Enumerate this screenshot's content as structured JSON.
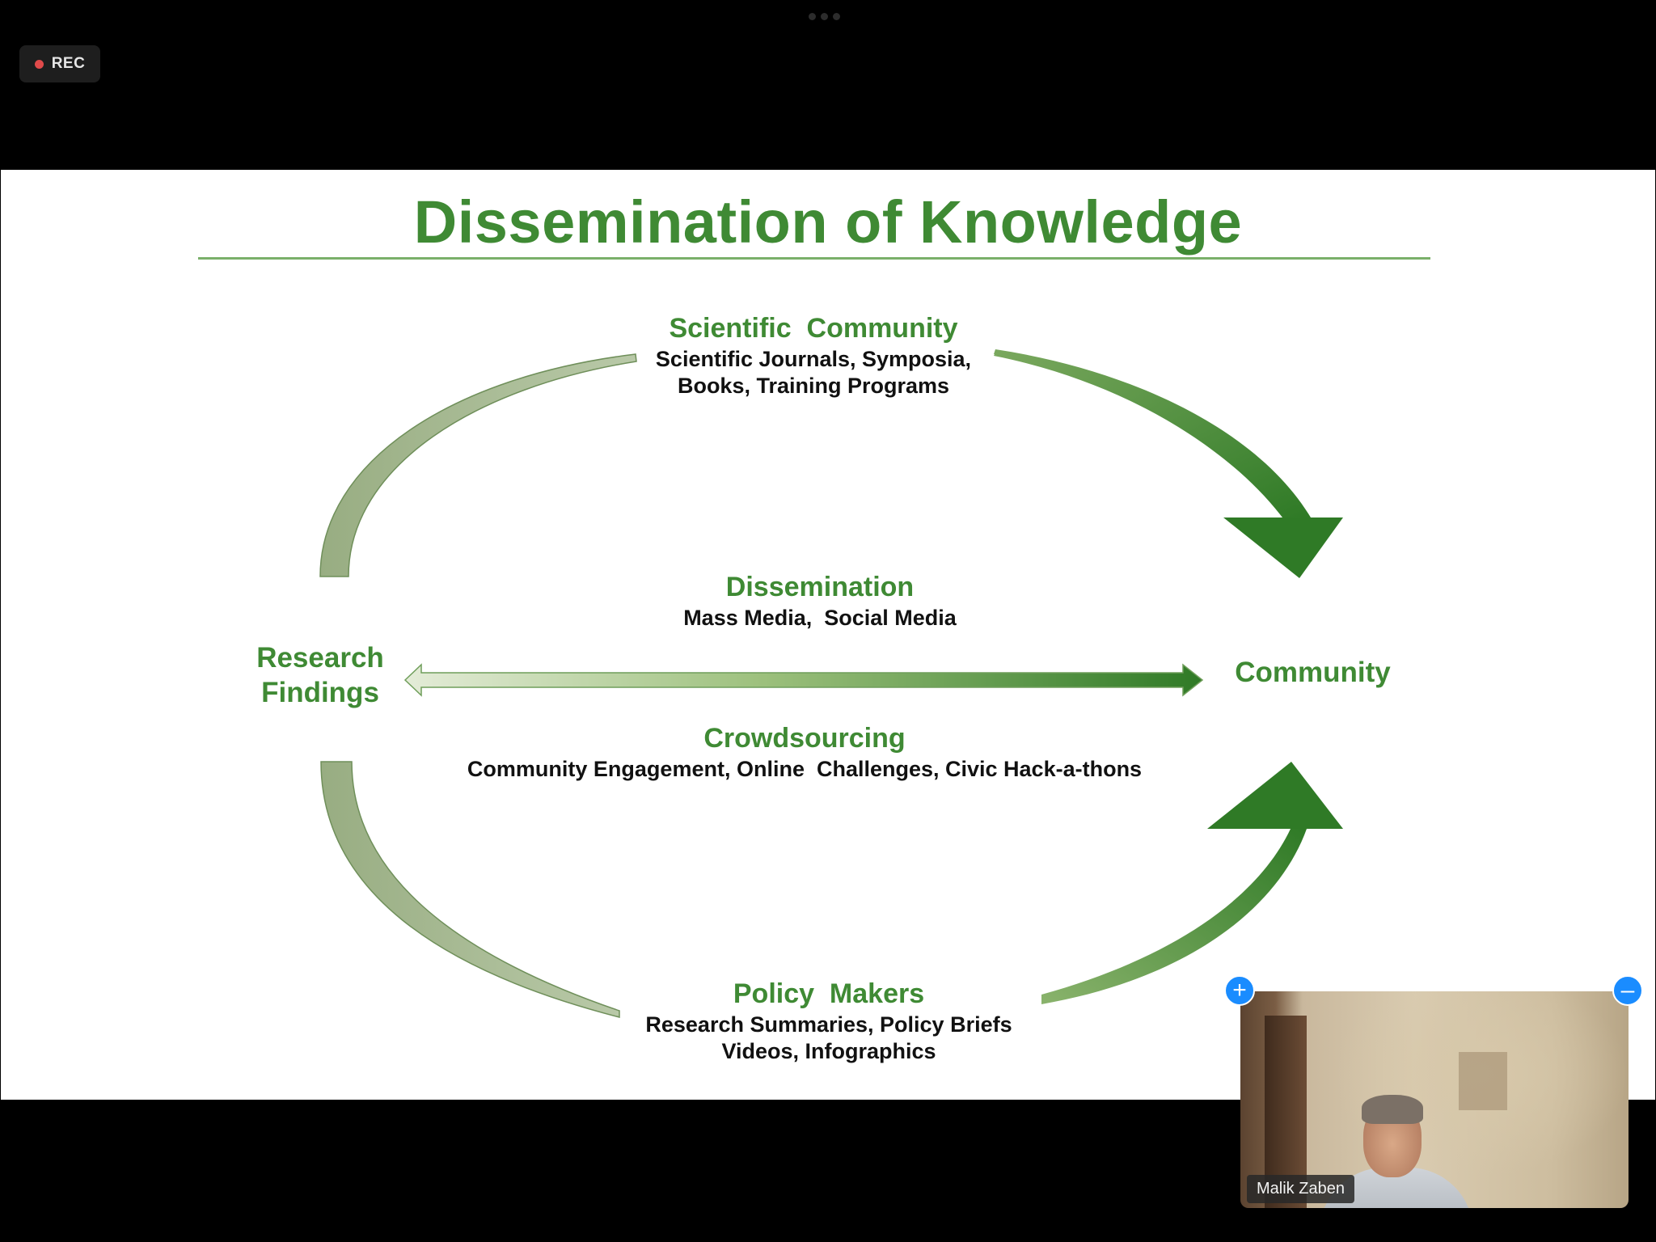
{
  "recording": {
    "label": "REC",
    "colors": {
      "dot": "#e04a4a"
    }
  },
  "slide": {
    "title": "Dissemination of Knowledge",
    "colors": {
      "green": "#3f8a34",
      "light_green": "#a9bd98",
      "text": "#111111"
    },
    "nodes": {
      "research_findings": "Research\nFindings",
      "community": "Community"
    },
    "channels": {
      "scientific": {
        "title": "Scientific  Community",
        "subtitle": "Scientific  Journals, Symposia,\nBooks, Training Programs"
      },
      "dissemination": {
        "title": "Dissemination",
        "subtitle": "Mass Media,  Social Media"
      },
      "crowdsourcing": {
        "title": "Crowdsourcing",
        "subtitle": "Community Engagement, Online  Challenges, Civic Hack-a-thons"
      },
      "policy": {
        "title": "Policy  Makers",
        "subtitle": "Research Summaries, Policy Briefs\nVideos, Infographics"
      }
    }
  },
  "video": {
    "participant_name": "Malik Zaben",
    "zoom_in_icon": "plus-icon",
    "zoom_out_icon": "minus-icon"
  }
}
